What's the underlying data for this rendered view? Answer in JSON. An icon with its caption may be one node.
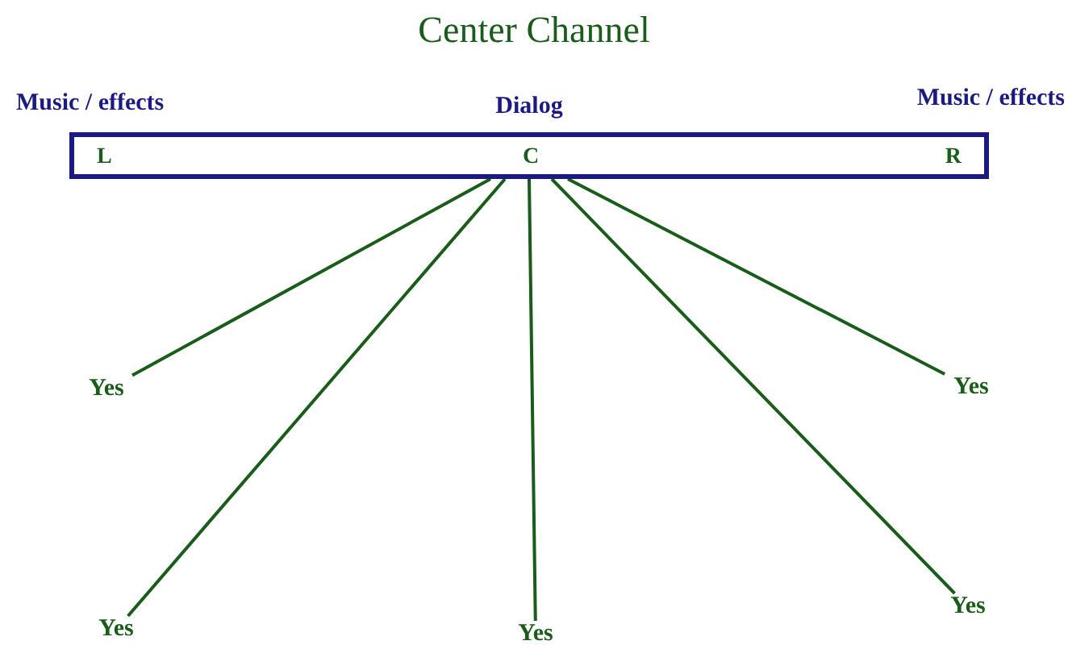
{
  "diagram": {
    "title": "Center Channel",
    "nodes": [
      {
        "text": [
          "L",
          "C",
          "R"
        ]
      },
      {
        "text": [
          "Yes"
        ]
      },
      {
        "text": [
          "Yes"
        ]
      },
      {
        "text": [
          "Yes"
        ]
      },
      {
        "text": [
          "Yes"
        ]
      },
      {
        "text": [
          "Yes"
        ]
      }
    ],
    "edges": [
      {
        "from": 0,
        "to": 1,
        "arrow": "none"
      },
      {
        "from": 0,
        "to": 3,
        "arrow": "none"
      },
      {
        "from": 0,
        "to": 4,
        "arrow": "none"
      },
      {
        "from": 0,
        "to": 5,
        "arrow": "none"
      },
      {
        "from": 0,
        "to": 2,
        "arrow": "none"
      }
    ],
    "labels": [
      "Music / effects",
      "Dialog",
      "Music / effects"
    ]
  }
}
